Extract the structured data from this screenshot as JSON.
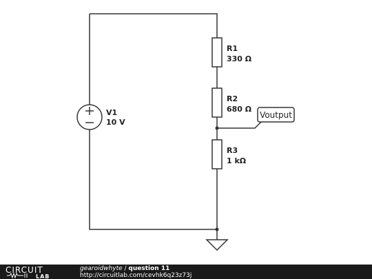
{
  "schematic": {
    "source": {
      "name": "V1",
      "value": "10 V"
    },
    "resistors": [
      {
        "name": "R1",
        "value": "330 Ω"
      },
      {
        "name": "R2",
        "value": "680 Ω"
      },
      {
        "name": "R3",
        "value": "1 kΩ"
      }
    ],
    "probe_label": "Voutput"
  },
  "footer": {
    "logo_top": "CIRCUIT",
    "logo_bottom": "LAB",
    "author": "gearoidwhyte",
    "separator": " / ",
    "title": "question 11",
    "url": "http://circuitlab.com/cevhk6q23z73j"
  }
}
